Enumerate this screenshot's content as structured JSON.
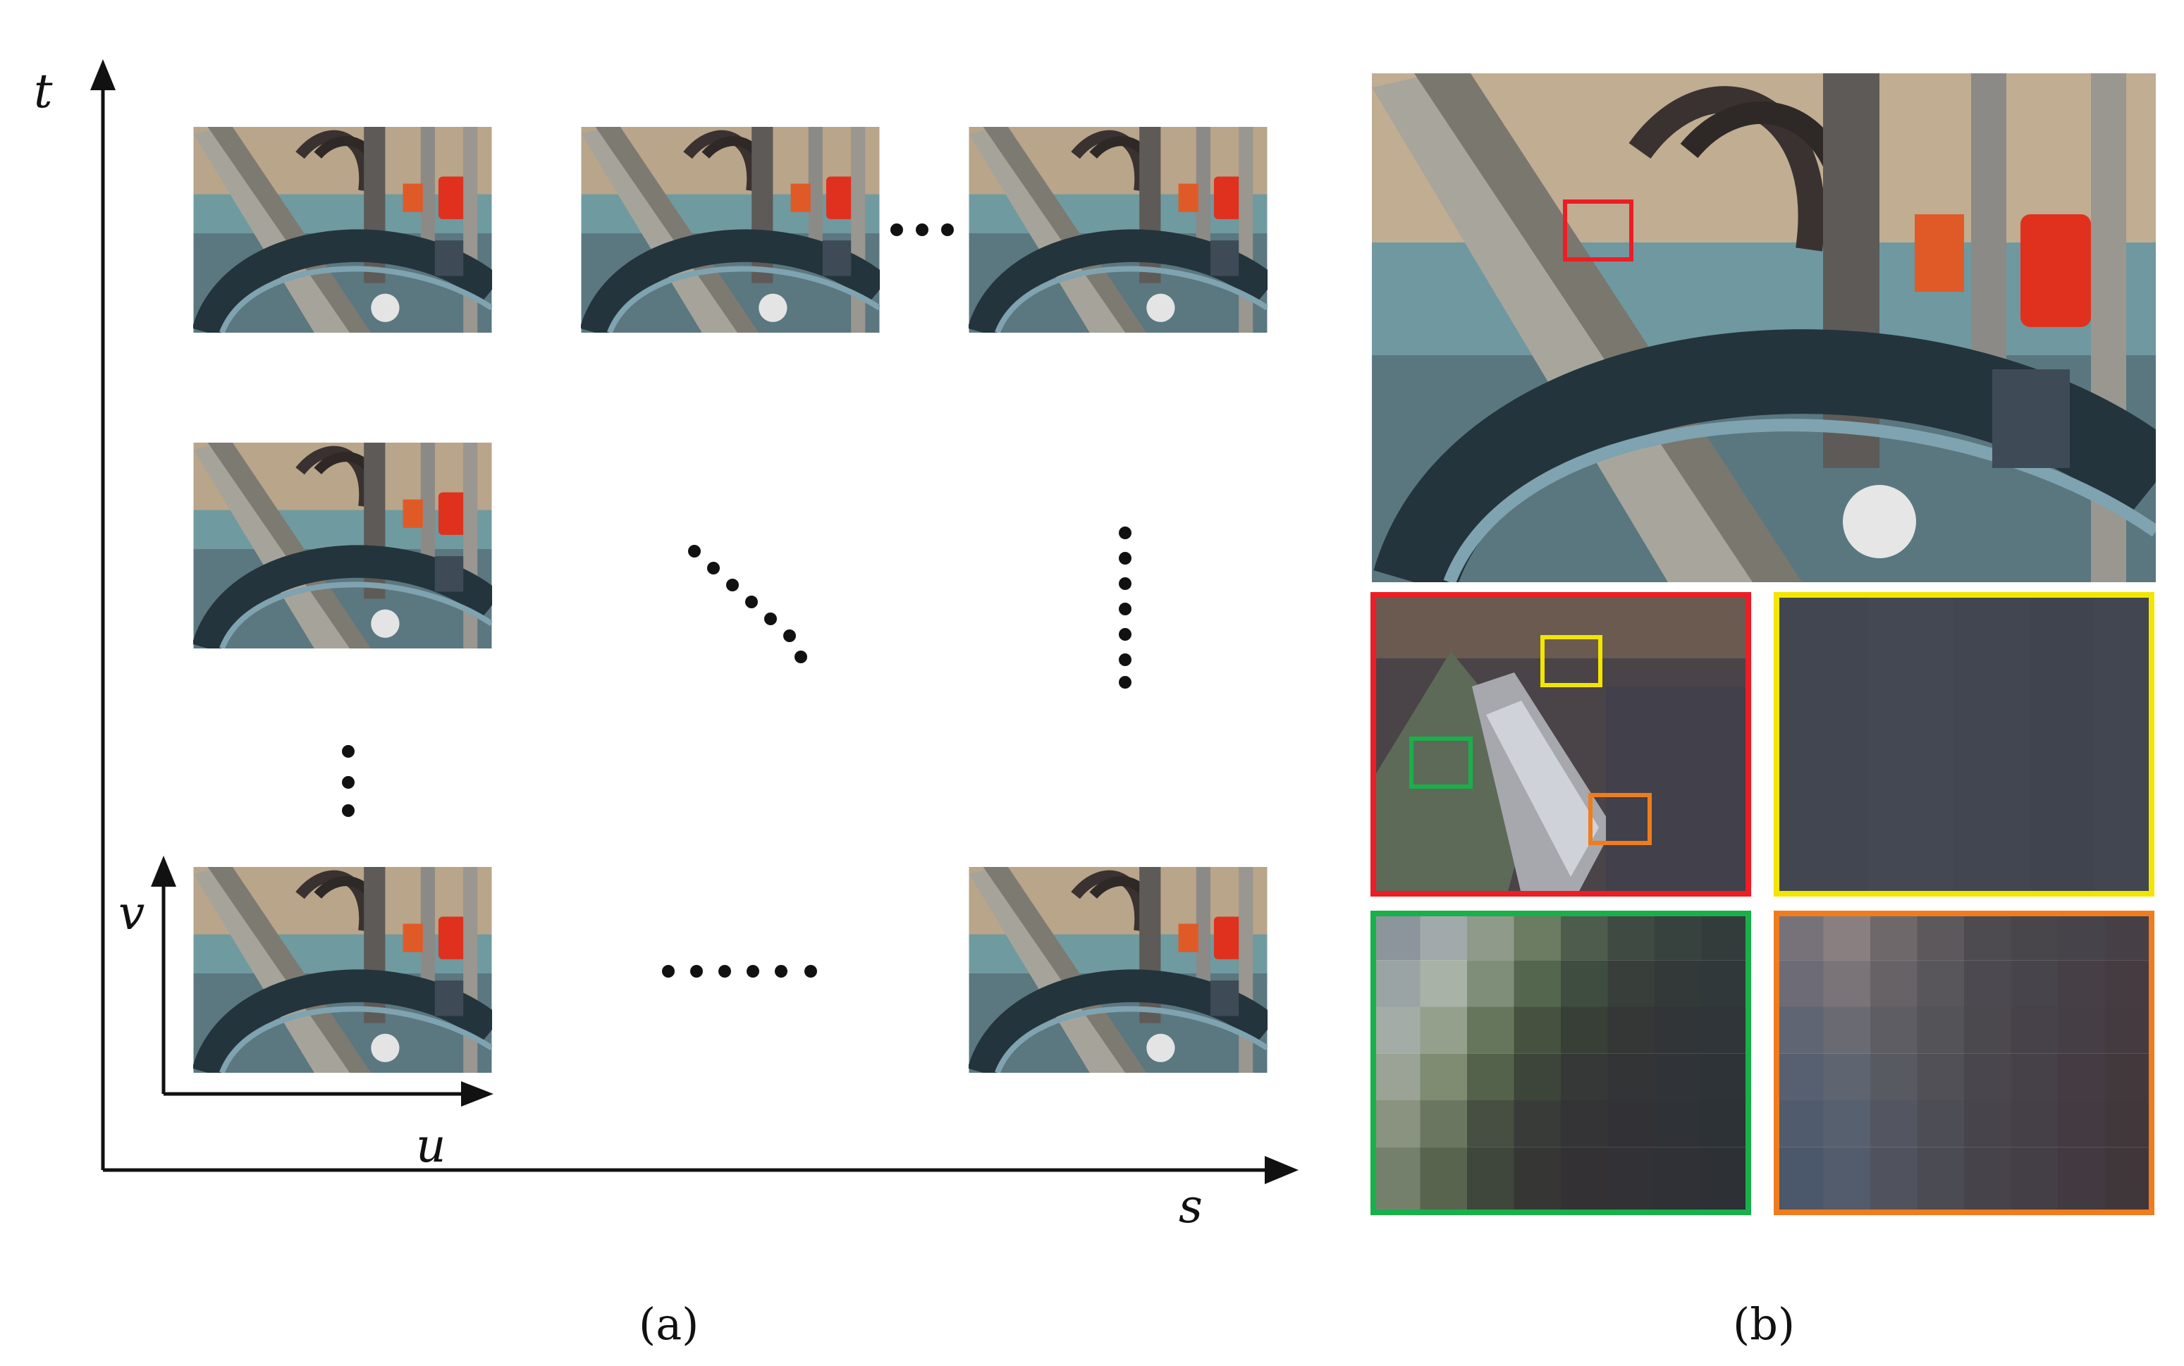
{
  "axes": {
    "outer_vertical": "t",
    "outer_horizontal": "s",
    "inner_vertical": "v",
    "inner_horizontal": "u"
  },
  "captions": {
    "left": "(a)",
    "right": "(b)"
  },
  "colors": {
    "red_box": "#ee1c24",
    "yellow_box": "#f2e600",
    "green_box": "#19b04a",
    "orange_box": "#f07c1e",
    "axis": "#111111"
  }
}
